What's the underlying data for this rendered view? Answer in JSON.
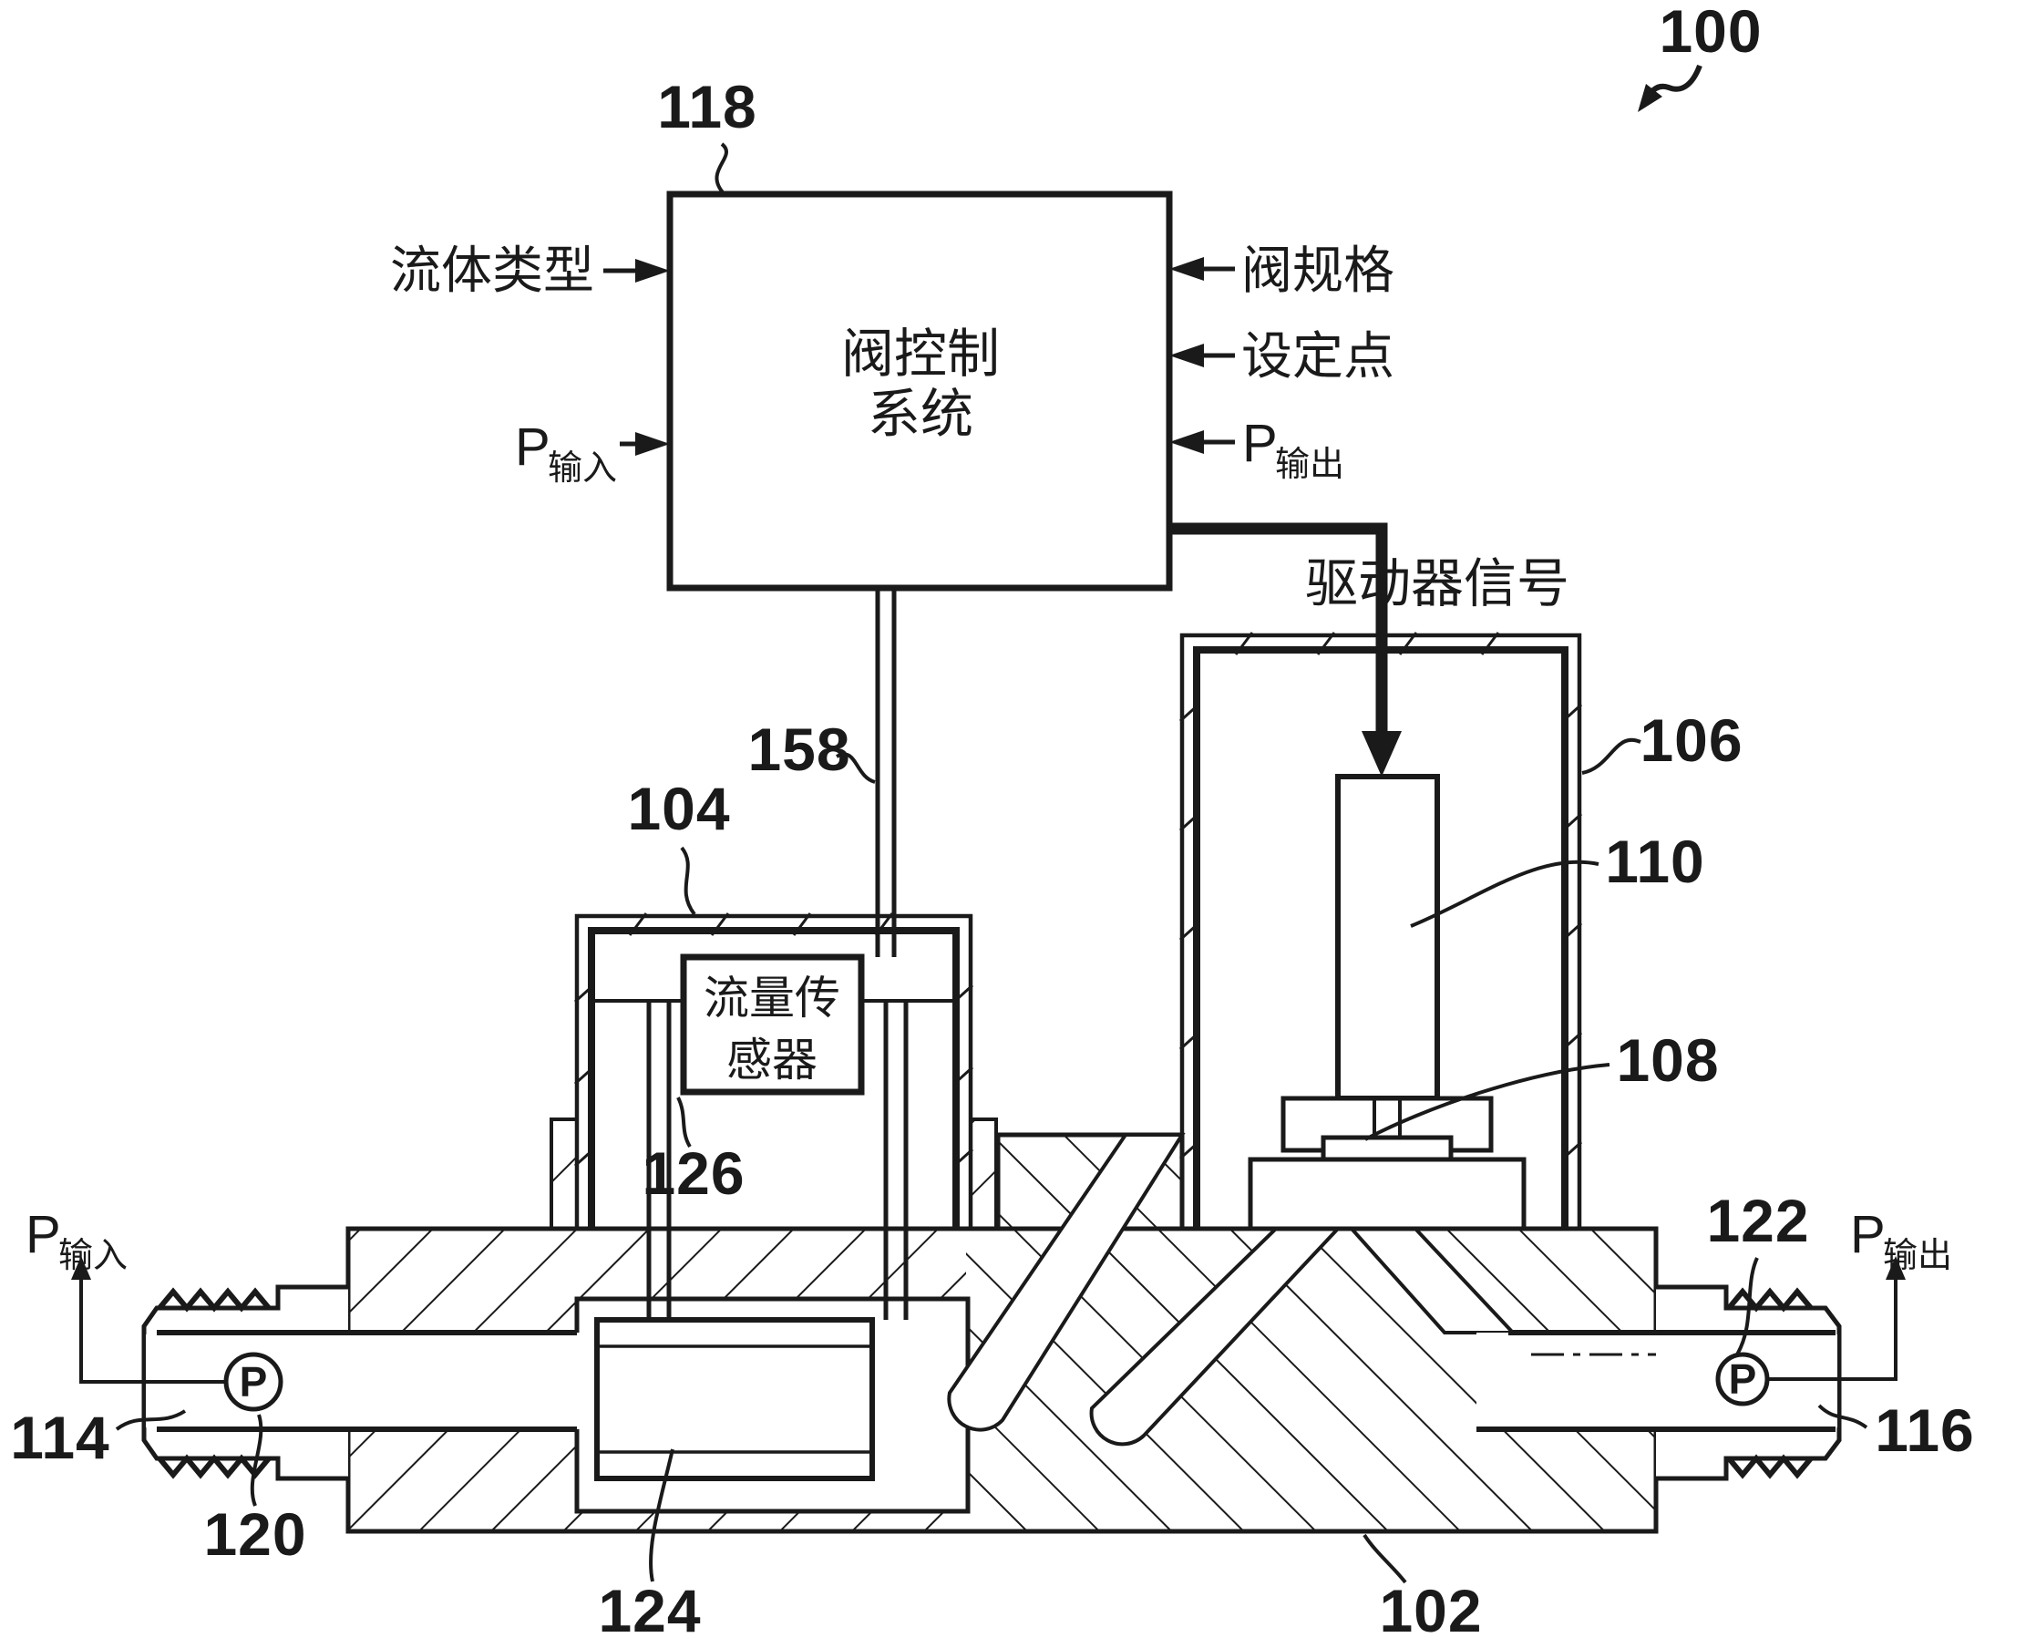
{
  "assembly_ref": "100",
  "controller": {
    "ref": "118",
    "line1": "阀控制",
    "line2": "系统"
  },
  "left_inputs": {
    "fluid_type": "流体类型",
    "p_in_main": "P",
    "p_in_sub": "输入"
  },
  "right_inputs": {
    "valve_spec": "阀规格",
    "setpoint": "设定点",
    "p_out_main": "P",
    "p_out_sub": "输出"
  },
  "driver_signal": "驱动器信号",
  "wiring_ref": "158",
  "sensor_housing_ref": "104",
  "actuator_housing_ref": "106",
  "actuator_ref": "110",
  "valve_seat_ref": "108",
  "flow_sensor": {
    "ref": "126",
    "line1": "流量传",
    "line2": "感器"
  },
  "body_ref": "102",
  "bypass_ref": "124",
  "inlet": {
    "fitting_ref": "114",
    "sensor_ref": "120",
    "gauge": "P",
    "port_main": "P",
    "port_sub": "输入"
  },
  "outlet": {
    "fitting_ref": "116",
    "sensor_ref": "122",
    "gauge": "P",
    "port_main": "P",
    "port_sub": "输出"
  }
}
